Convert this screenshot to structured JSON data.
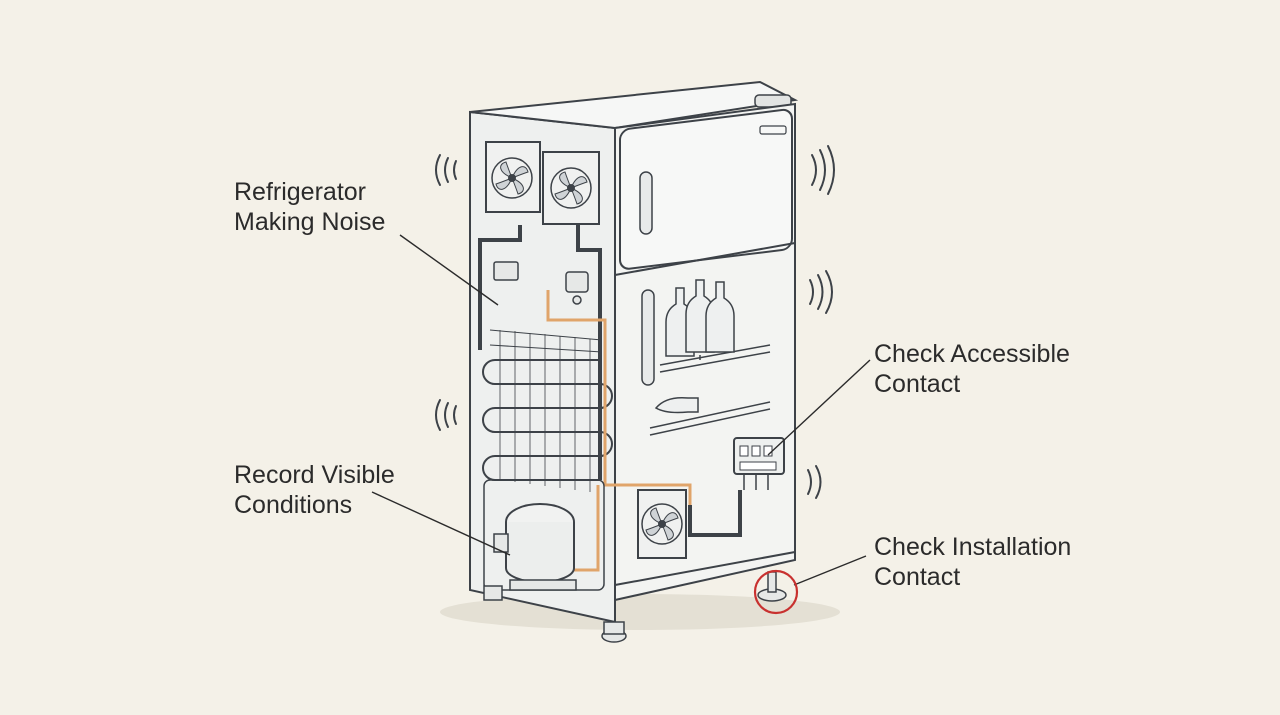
{
  "callouts": [
    {
      "line1": "Refrigerator",
      "line2": "Making Noise"
    },
    {
      "line1": "Check Accessible",
      "line2": "Contact"
    },
    {
      "line1": "Record Visible",
      "line2": "Conditions"
    },
    {
      "line1": "Check Installation",
      "line2": "Contact"
    }
  ],
  "colors": {
    "background": "#f4f1e8",
    "line": "#3d4248",
    "body": "#f3f4f2",
    "pipe": "#e0a46a",
    "highlight": "#c8312f"
  }
}
